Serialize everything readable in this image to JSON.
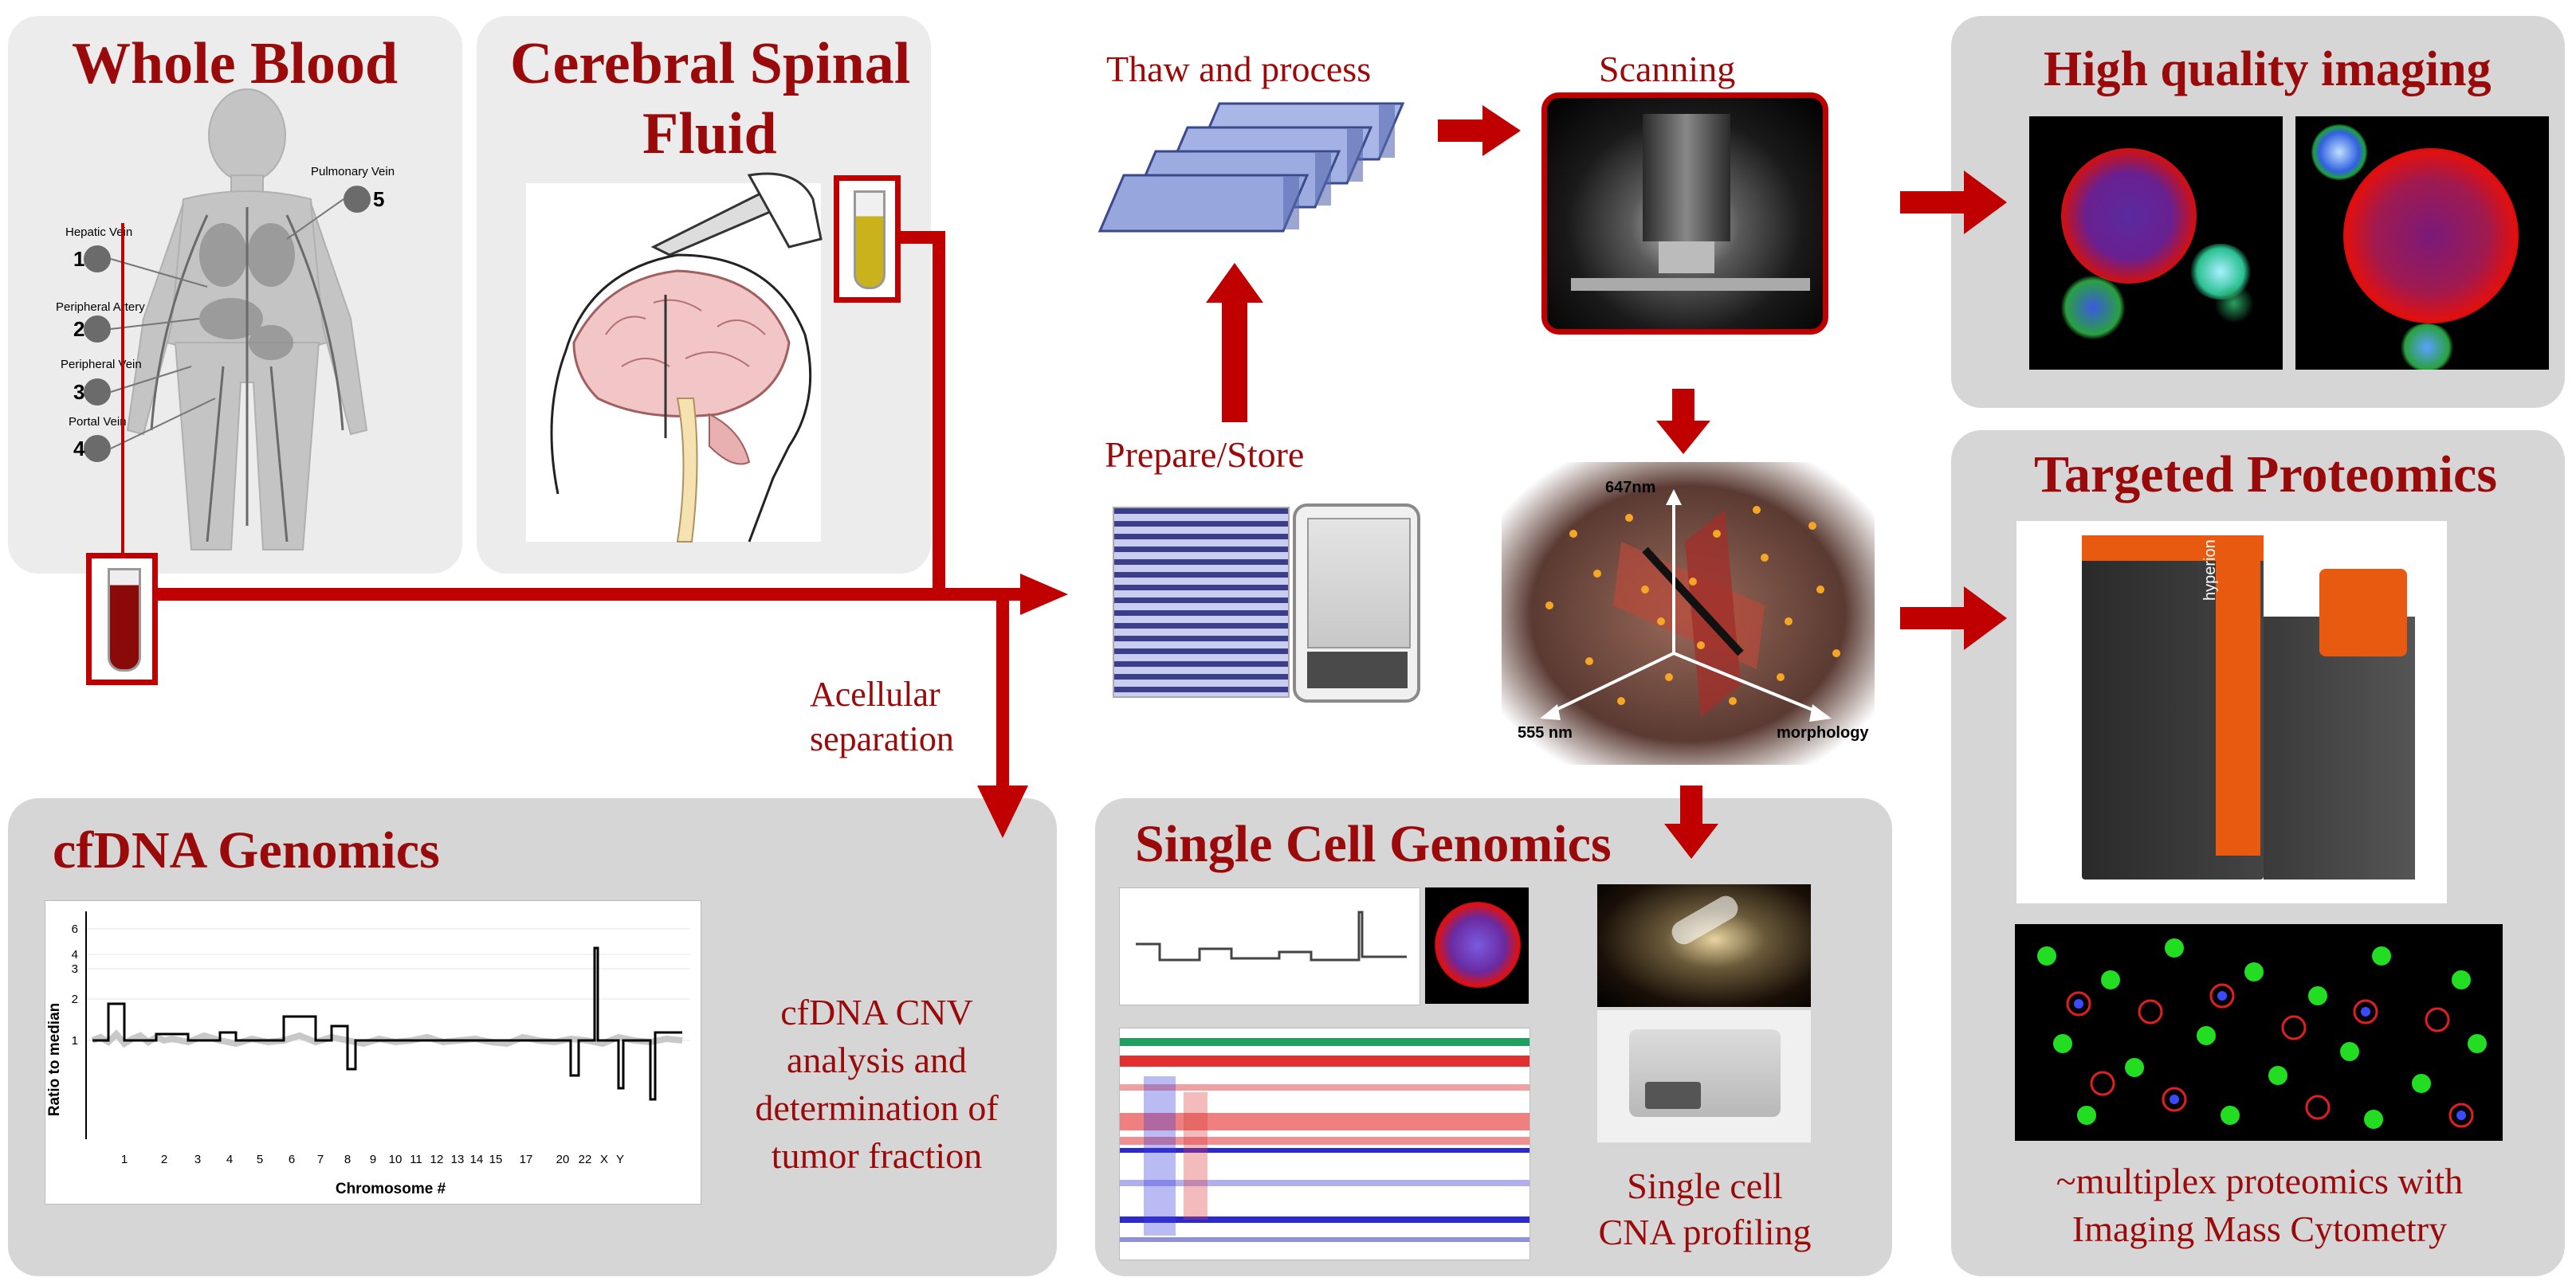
{
  "panels": {
    "whole_blood": "Whole Blood",
    "csf_line1": "Cerebral Spinal",
    "csf_line2": "Fluid",
    "cfdna": "cfDNA Genomics",
    "single_cell": "Single Cell Genomics",
    "imaging": "High quality imaging",
    "proteomics": "Targeted Proteomics"
  },
  "body_labels": {
    "hepatic": "Hepatic Vein",
    "pulmonary": "Pulmonary Vein",
    "peripheral_artery": "Peripheral Artery",
    "peripheral_vein": "Peripheral Vein",
    "portal": "Portal Vein",
    "n1": "1",
    "n2": "2",
    "n3": "3",
    "n4": "4",
    "n5": "5"
  },
  "steps": {
    "thaw": "Thaw and process",
    "scanning": "Scanning",
    "prepare": "Prepare/Store",
    "acellular_1": "Acellular",
    "acellular_2": "separation"
  },
  "scatter_axes": {
    "a647": "647nm",
    "a555": "555 nm",
    "morph": "morphology"
  },
  "cfdna_text": [
    "cfDNA CNV",
    "analysis and",
    "determination of",
    "tumor fraction"
  ],
  "single_cell_text": [
    "Single cell",
    "CNA profiling"
  ],
  "proteomics_text": [
    "~multiplex proteomics with",
    "Imaging Mass Cytometry"
  ],
  "instrument_brand": "hyperion",
  "cnv_chart": {
    "ylabel": "Ratio to median",
    "xlabel": "Chromosome #",
    "yticks": [
      "6",
      "4",
      "3",
      "2",
      "1"
    ],
    "xticks": [
      "1",
      "2",
      "3",
      "4",
      "5",
      "6",
      "7",
      "8",
      "9",
      "10",
      "11",
      "12",
      "13",
      "14",
      "15",
      "17",
      "20",
      "22",
      "X",
      "Y"
    ]
  },
  "colors": {
    "accent": "#9b0a0a",
    "arrow": "#c00000",
    "panel": "#d6d6d6"
  }
}
